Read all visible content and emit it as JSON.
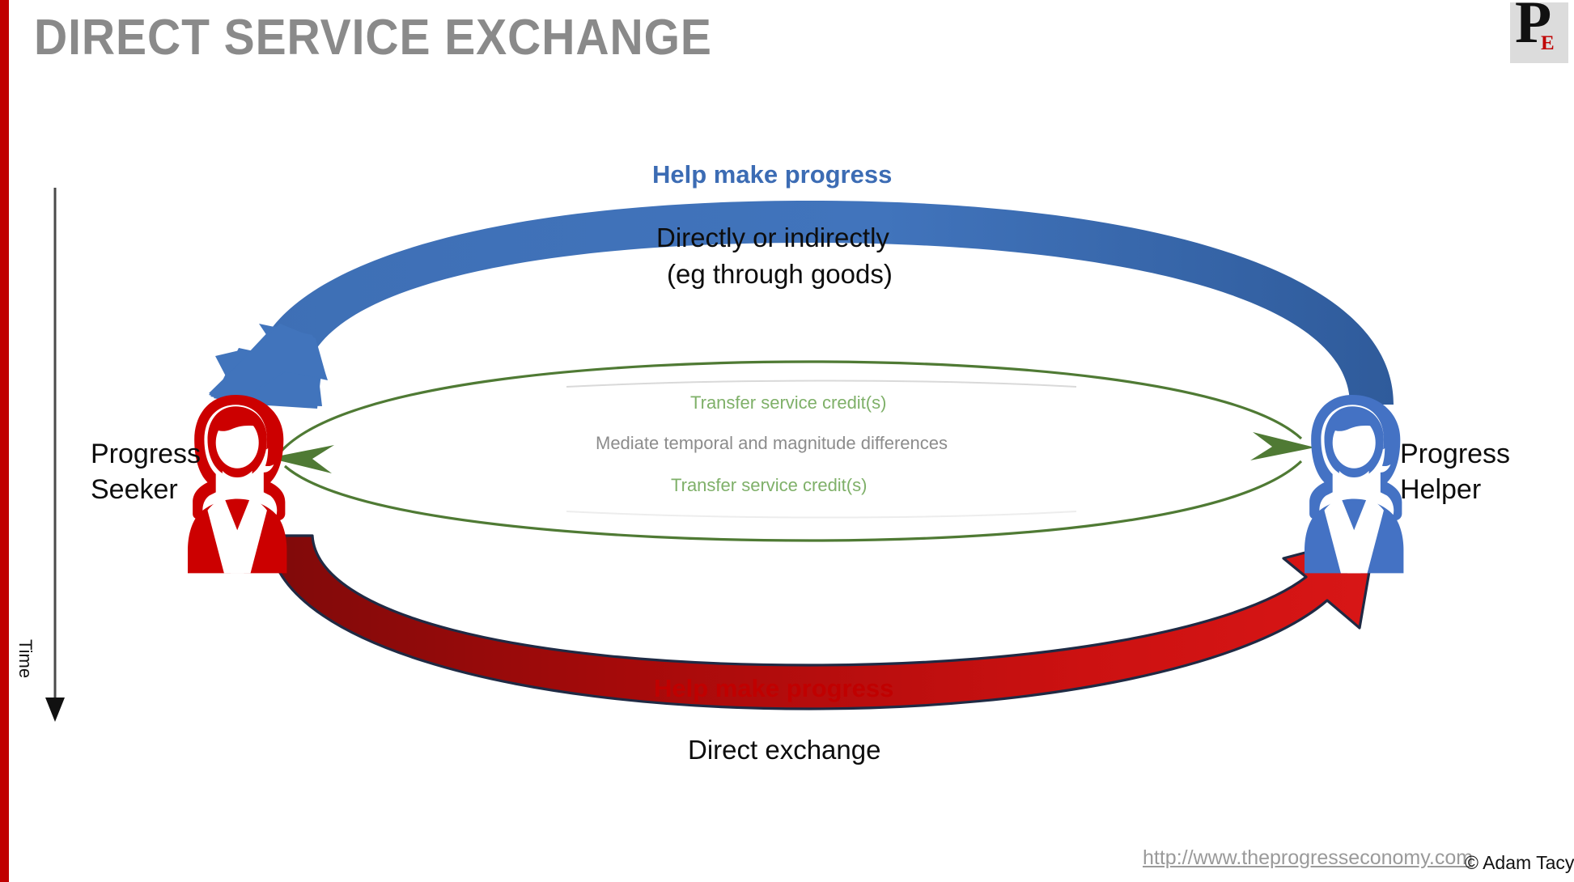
{
  "slide": {
    "title": "DIRECT SERVICE EXCHANGE",
    "accent_red": "#C00000",
    "accent_blue": "#3C6CB4",
    "accent_green": "#4F7A34",
    "title_color": "#8A8A8A"
  },
  "logo": {
    "primary": "P",
    "secondary": "E"
  },
  "actors": {
    "left": {
      "line1": "Progress",
      "line2": "Seeker",
      "icon": "person-female-icon",
      "color": "#CC0000"
    },
    "right": {
      "line1": "Progress",
      "line2": "Helper",
      "icon": "person-female-icon",
      "color": "#4472C4"
    }
  },
  "axis": {
    "label": "Time",
    "direction": "down"
  },
  "flows": {
    "top": {
      "title": "Help make progress",
      "subtitle_line1": "Directly or indirectly",
      "subtitle_line2": "(eg through goods)",
      "color": "#3C6CB4",
      "direction": "helper-to-seeker"
    },
    "bottom": {
      "title": "Help make progress",
      "subtitle": "Direct exchange",
      "color": "#C00000",
      "direction": "seeker-to-helper"
    },
    "middle": {
      "upper_label": "Transfer service credit(s)",
      "center_label": "Mediate temporal and magnitude differences",
      "lower_label": "Transfer service credit(s)",
      "green": "#7FB069",
      "gray": "#8C8C8C"
    }
  },
  "footer": {
    "url": "http://www.theprogresseconomy.com",
    "copyright": "© Adam Tacy"
  }
}
